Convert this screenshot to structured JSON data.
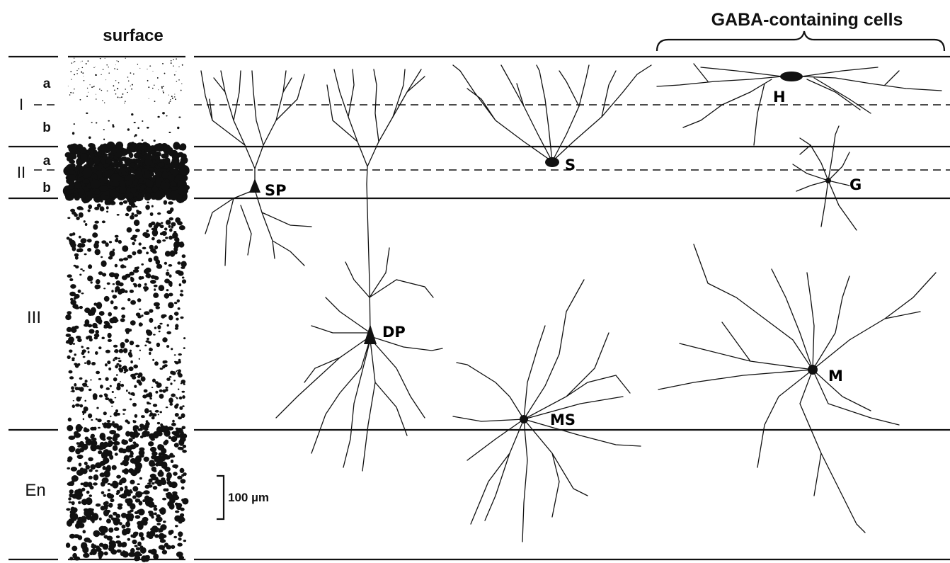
{
  "column": {
    "title": "surface"
  },
  "group": {
    "title": "GABA-containing cells"
  },
  "layers": [
    {
      "id": "I",
      "label": "I",
      "sublayers": [
        "a",
        "b"
      ]
    },
    {
      "id": "II",
      "label": "II",
      "sublayers": [
        "a",
        "b"
      ]
    },
    {
      "id": "III",
      "label": "III",
      "sublayers": []
    },
    {
      "id": "En",
      "label": "En",
      "sublayers": []
    }
  ],
  "cells": [
    {
      "id": "SP",
      "label": "SP"
    },
    {
      "id": "DP",
      "label": "DP"
    },
    {
      "id": "S",
      "label": "S"
    },
    {
      "id": "MS",
      "label": "MS"
    },
    {
      "id": "H",
      "label": "H"
    },
    {
      "id": "G",
      "label": "G"
    },
    {
      "id": "M",
      "label": "M"
    }
  ],
  "scale_bar": {
    "label": "100 µm"
  }
}
